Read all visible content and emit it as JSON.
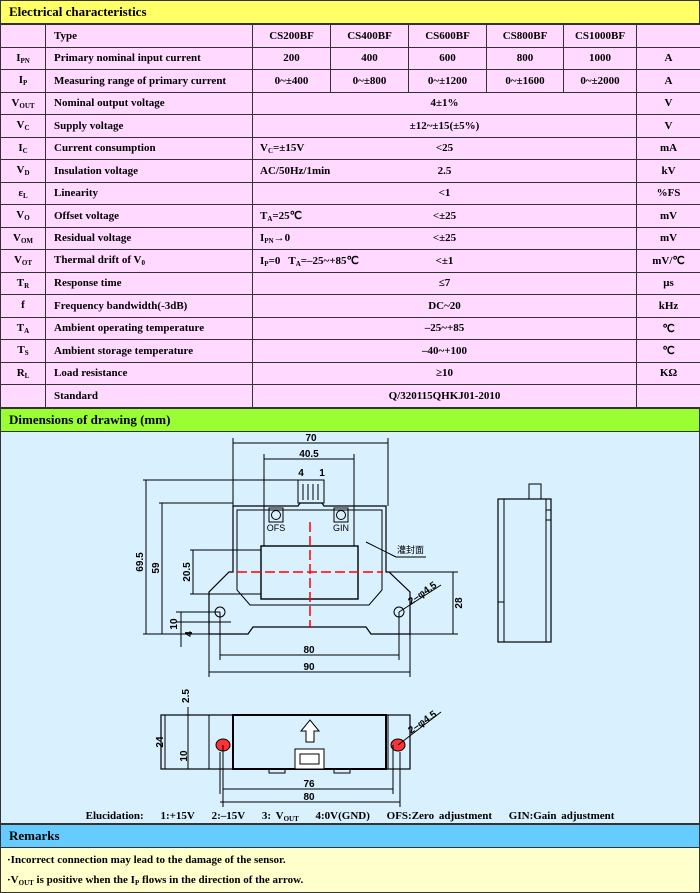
{
  "electrical": {
    "title": "Electrical characteristics",
    "type_label": "Type",
    "models": [
      "CS200BF",
      "CS400BF",
      "CS600BF",
      "CS800BF",
      "CS1000BF"
    ],
    "rows": [
      {
        "sym": "I",
        "sub": "PN",
        "param": "Primary nominal input current",
        "per_model": [
          "200",
          "400",
          "600",
          "800",
          "1000"
        ],
        "unit": "A"
      },
      {
        "sym": "I",
        "sub": "P",
        "param": "Measuring range of primary current",
        "per_model": [
          "0~±400",
          "0~±800",
          "0~±1200",
          "0~±1600",
          "0~±2000"
        ],
        "unit": "A"
      },
      {
        "sym": "V",
        "sub": "OUT",
        "param": "Nominal output voltage",
        "value": "4±1%",
        "unit": "V"
      },
      {
        "sym": "V",
        "sub": "C",
        "param": "Supply voltage",
        "value": "±12~±15(±5%)",
        "unit": "V"
      },
      {
        "sym": "I",
        "sub": "C",
        "param": "Current consumption",
        "cond": [
          [
            "V",
            ""
          ],
          [
            "",
            "C"
          ],
          [
            "=±15V",
            ""
          ]
        ],
        "value": "<25",
        "unit": "mA"
      },
      {
        "sym": "V",
        "sub": "D",
        "param": "Insulation voltage",
        "cond": [
          [
            "AC/50Hz/1min",
            ""
          ]
        ],
        "value": "2.5",
        "unit": "kV"
      },
      {
        "sym": "ε",
        "sub": "L",
        "param": "Linearity",
        "value": "<1",
        "unit": "%FS"
      },
      {
        "sym": "V",
        "sub": "O",
        "param": "Offset voltage",
        "cond": [
          [
            "T",
            ""
          ],
          [
            "",
            "A"
          ],
          [
            "=25℃",
            ""
          ]
        ],
        "value": "<±25",
        "unit": "mV"
      },
      {
        "sym": "V",
        "sub": "OM",
        "param": "Residual voltage",
        "cond": [
          [
            "I",
            ""
          ],
          [
            "",
            "PN"
          ],
          [
            "→0",
            ""
          ]
        ],
        "value": "<±25",
        "unit": "mV"
      },
      {
        "sym": "V",
        "sub": "OT",
        "param": "Thermal drift of V",
        "param_sub": "0",
        "cond": [
          [
            "I",
            ""
          ],
          [
            "",
            "P"
          ],
          [
            "=0   T",
            ""
          ],
          [
            "",
            "A"
          ],
          [
            "=–25~+85℃",
            ""
          ]
        ],
        "value": "<±1",
        "unit": "mV/℃"
      },
      {
        "sym": "T",
        "sub": "R",
        "param": "Response time",
        "value": "≤7",
        "unit": "μs"
      },
      {
        "sym": "f",
        "sub": "",
        "param": "Frequency bandwidth(-3dB)",
        "value": "DC~20",
        "unit": "kHz"
      },
      {
        "sym": "T",
        "sub": "A",
        "param": "Ambient operating temperature",
        "value": "–25~+85",
        "unit": "℃"
      },
      {
        "sym": "T",
        "sub": "S",
        "param": "Ambient storage temperature",
        "value": "–40~+100",
        "unit": "℃"
      },
      {
        "sym": "R",
        "sub": "L",
        "param": "Load resistance",
        "value": "≥10",
        "unit": "KΩ"
      },
      {
        "sym": "",
        "sub": "",
        "param": "Standard",
        "value": "Q/320115QHKJ01-2010",
        "unit": ""
      }
    ]
  },
  "drawing": {
    "title": "Dimensions of drawing (mm)",
    "dims": {
      "w70": "70",
      "w40_5": "40.5",
      "h69_5": "69.5",
      "h59": "59",
      "h20_5": "20.5",
      "h28": "28",
      "w80": "80",
      "w90": "90",
      "h10": "10",
      "h4": "4",
      "hole": "2–φ4.5",
      "b2_5": "2.5",
      "b24": "24",
      "b10": "10",
      "b76": "76",
      "b80": "80",
      "b_hole": "2–φ4.5"
    },
    "labels": {
      "ofs": "OFS",
      "gin": "GIN",
      "pin4": "4",
      "pin1": "1",
      "potting": "灌封面"
    },
    "elucidation": {
      "label": "Elucidation:",
      "p1": "1:+15V",
      "p2": "2:–15V",
      "p3_main": "3: V",
      "p3_sub": "OUT",
      "p4": "4:0V(GND)",
      "ofs": "OFS:Zero adjustment",
      "gin": "GIN:Gain adjustment"
    }
  },
  "remarks": {
    "title": "Remarks",
    "line1": "·Incorrect connection may lead to the damage of the sensor.",
    "line2_pre": "·V",
    "line2_sub1": "OUT",
    "line2_mid": " is positive when the I",
    "line2_sub2": "P",
    "line2_post": " flows in the direction of the arrow."
  }
}
